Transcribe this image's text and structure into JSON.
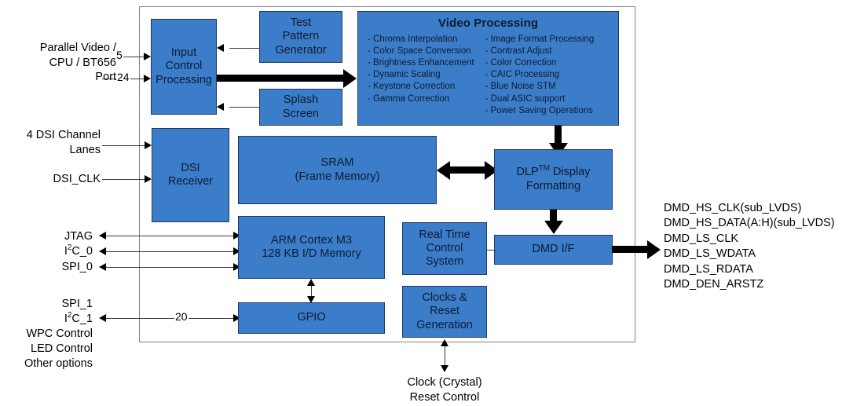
{
  "diagram": {
    "title": "DLP display controller block diagram",
    "accent_color": "#3b7dc8",
    "block_border_color": "#1f3864",
    "chip_outline_color": "#808080",
    "wire_color": "#3a3a3a"
  },
  "blocks": {
    "input_control": {
      "line1": "Input",
      "line2": "Control",
      "line3": "Processing"
    },
    "test_pattern": {
      "line1": "Test",
      "line2": "Pattern",
      "line3": "Generator"
    },
    "splash_screen": {
      "line1": "Splash",
      "line2": "Screen"
    },
    "video_processing": {
      "title": "Video Processing",
      "column_left": [
        "- Chroma Interpolation",
        "- Color Space Conversion",
        "- Brightness Enhancement",
        "- Dynamic Scaling",
        "- Keystone Correction",
        "- Gamma Correction"
      ],
      "column_right": [
        "- Image Format Processing",
        "- Contrast Adjust",
        "- Color Correction",
        "- CAIC Processing",
        "- Blue Noise STM",
        "- Dual ASIC support",
        "- Power Saving Operations"
      ]
    },
    "dsi_receiver": {
      "line1": "DSI",
      "line2": "Receiver"
    },
    "sram": {
      "line1": "SRAM",
      "line2": "(Frame Memory)"
    },
    "dlp_display_formatting": {
      "line1_pre": "DLP",
      "line1_sup": "TM",
      "line1_post": " Display",
      "line2": "Formatting"
    },
    "arm_cortex": {
      "line1": "ARM Cortex M3",
      "line2": "128 KB I/D Memory"
    },
    "gpio": {
      "line1": "GPIO"
    },
    "real_time_control": {
      "line1": "Real Time",
      "line2": "Control",
      "line3": "System"
    },
    "clocks_reset": {
      "line1": "Clocks &",
      "line2": "Reset",
      "line3": "Generation"
    },
    "dmd_if": {
      "line1": "DMD I/F"
    }
  },
  "left_labels": {
    "parallel_video": {
      "line1": "Parallel Video /",
      "line2": "CPU / BT656",
      "line3": "Port"
    },
    "dsi_lanes": {
      "line1": "4 DSI Channel",
      "line2": "Lanes"
    },
    "dsi_clk": {
      "line1": "DSI_CLK"
    },
    "jtag": {
      "line1": "JTAG"
    },
    "i2c_0": {
      "pre": "I",
      "sup": "2",
      "post": "C_0"
    },
    "spi_0": {
      "line1": "SPI_0"
    },
    "spi_1": {
      "line1": "SPI_1"
    },
    "i2c_1": {
      "pre": "I",
      "sup": "2",
      "post": "C_1"
    },
    "wpc_control": {
      "line1": "WPC Control"
    },
    "led_control": {
      "line1": "LED Control"
    },
    "other_options": {
      "line1": "Other options"
    }
  },
  "bus_widths": {
    "parallel_video_top": "5",
    "parallel_video_bottom": "24",
    "gpio_bus": "20"
  },
  "right_labels": {
    "dmd_signals": [
      "DMD_HS_CLK(sub_LVDS)",
      "DMD_HS_DATA(A:H)(sub_LVDS)",
      "DMD_LS_CLK",
      "DMD_LS_WDATA",
      "DMD_LS_RDATA",
      "DMD_DEN_ARSTZ"
    ]
  },
  "bottom_labels": {
    "clock_reset": {
      "line1": "Clock (Crystal)",
      "line2": "Reset Control"
    }
  }
}
